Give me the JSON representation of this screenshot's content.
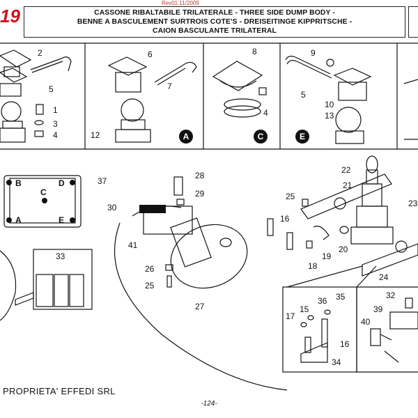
{
  "brand_number": "19",
  "revision": "Rev01 11/2009",
  "title": {
    "line1": "CASSONE RIBALTABILE TRILATERALE - THREE SIDE DUMP BODY -",
    "line2": "BENNE A BASCULEMENT SURTROIS COTE'S - DREISEITINGE KIPPRITSCHE -",
    "line3": "CAION BASCULANTE TRILATERAL"
  },
  "views": [
    {
      "badge": "A",
      "parts": [
        "2",
        "5",
        "1",
        "3",
        "4"
      ]
    },
    {
      "badge": "",
      "parts": [
        "6",
        "7",
        "12"
      ]
    },
    {
      "badge": "C",
      "parts": [
        "8",
        "4"
      ]
    },
    {
      "badge": "E",
      "parts": [
        "9",
        "5",
        "10",
        "13"
      ]
    }
  ],
  "plate": {
    "ref": "37",
    "points": [
      "B",
      "C",
      "D",
      "A",
      "E"
    ]
  },
  "switch_ref": "33",
  "pump_parts": [
    "28",
    "29",
    "30",
    "41",
    "26",
    "25",
    "27"
  ],
  "cylinder_parts": [
    "22",
    "21",
    "25",
    "23",
    "16",
    "18",
    "19",
    "20",
    "24"
  ],
  "bracket_parts": [
    "17",
    "15",
    "36",
    "35",
    "16",
    "34"
  ],
  "valve_parts": [
    "32",
    "39",
    "40"
  ],
  "company": "PROPRIETA' EFFEDI SRL",
  "page_number": "-124-"
}
